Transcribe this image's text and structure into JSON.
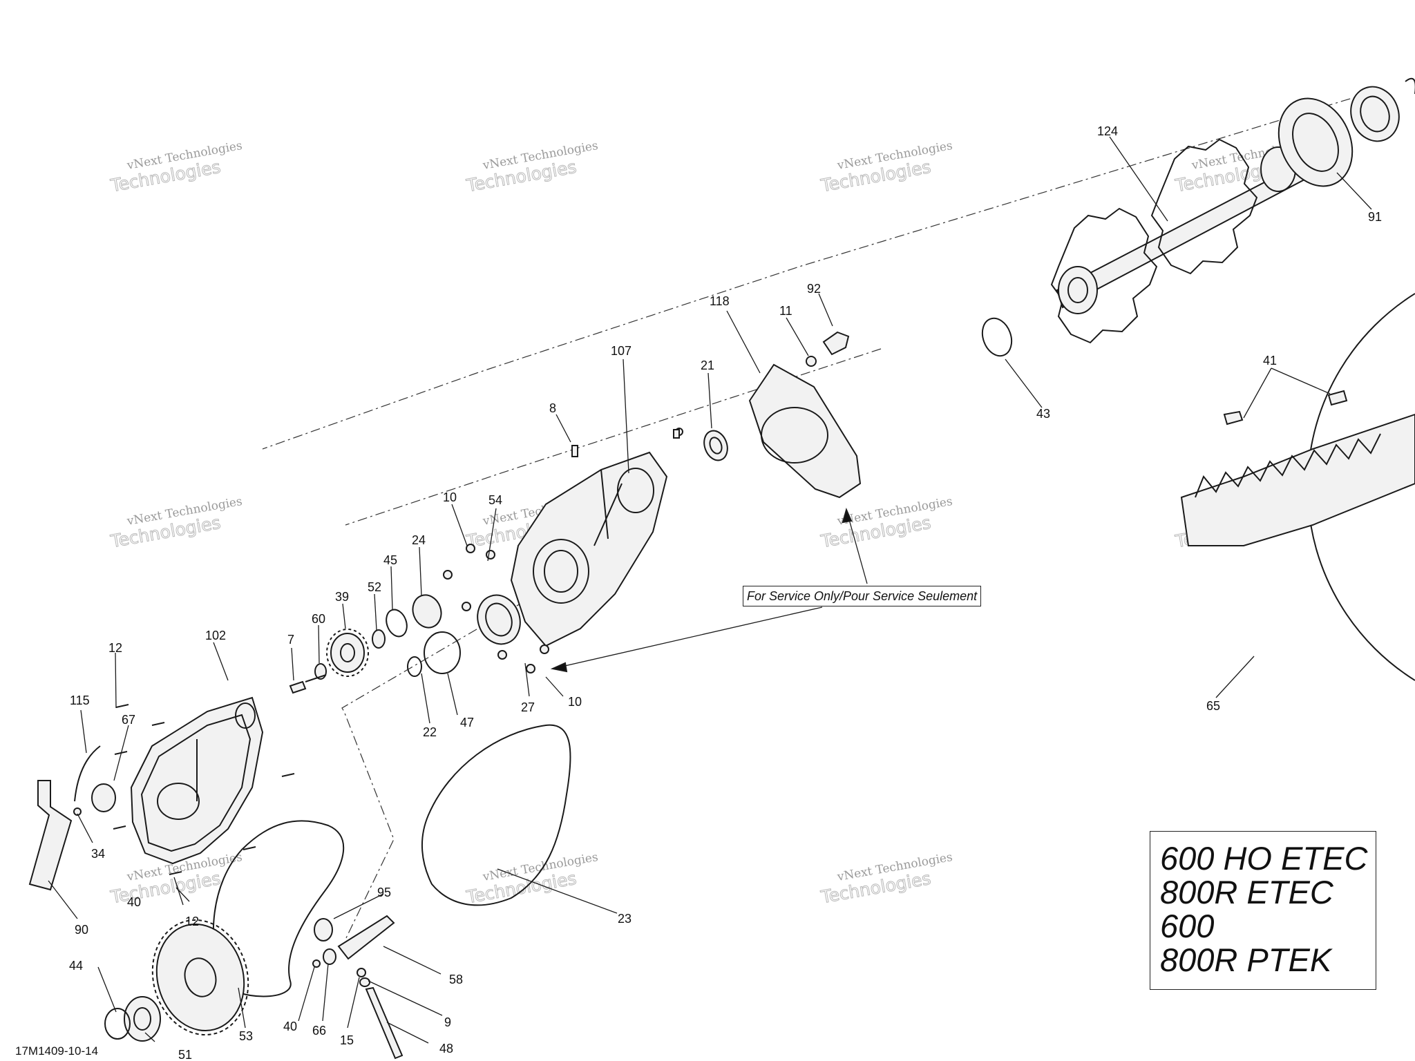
{
  "callouts": [
    "124",
    "91",
    "118",
    "92",
    "11",
    "107",
    "21",
    "43",
    "41",
    "8",
    "10",
    "54",
    "24",
    "45",
    "52",
    "39",
    "60",
    "7",
    "102",
    "12",
    "115",
    "67",
    "34",
    "90",
    "27",
    "22",
    "47",
    "65",
    "40",
    "44",
    "95",
    "58",
    "53",
    "66",
    "15",
    "9",
    "48",
    "51",
    "23"
  ],
  "service_note": "For Service Only/Pour Service Seulement",
  "models": [
    "600 HO ETEC",
    "800R ETEC",
    "600",
    "800R PTEK"
  ],
  "doc_code": "17M1409-10-14",
  "watermark": {
    "line1": "vNext Technologies",
    "line2": "Technologies"
  }
}
